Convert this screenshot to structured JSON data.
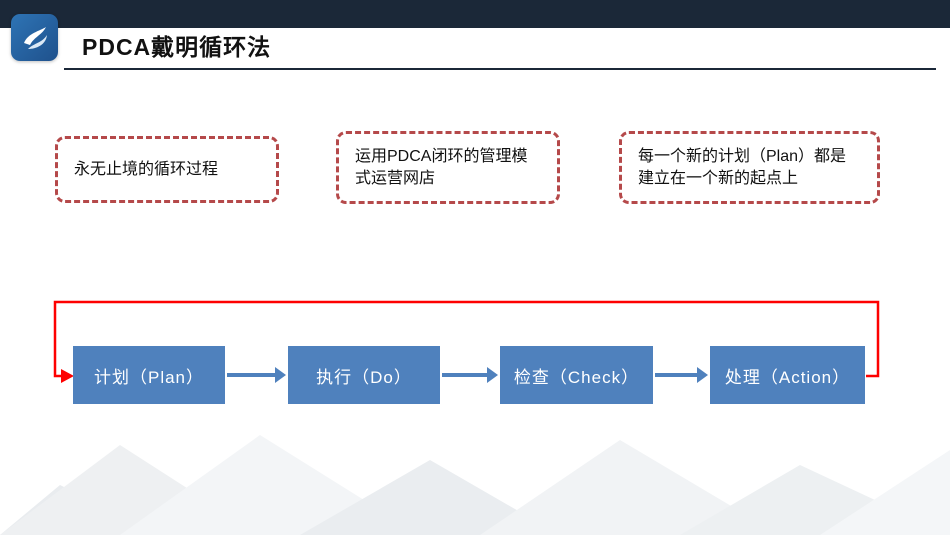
{
  "header": {
    "title": "PDCA戴明循环法",
    "logo_icon": "wave-logo-icon",
    "bar_color": "#1b2838",
    "logo_color": "#2e74b5"
  },
  "callouts": [
    {
      "text": "永无止境的循环过程"
    },
    {
      "text": "运用PDCA闭环的管理模式运营网店"
    },
    {
      "text": "每一个新的计划（Plan）都是建立在一个新的起点上"
    }
  ],
  "flow": {
    "steps": [
      {
        "label": "计划（Plan）"
      },
      {
        "label": "执行（Do）"
      },
      {
        "label": "检查（Check）"
      },
      {
        "label": "处理（Action）"
      }
    ],
    "step_fill": "#4f81bd",
    "arrow_color": "#4f81bd",
    "feedback_loop_color": "#fe0000",
    "callout_border_color": "#b5494a"
  }
}
